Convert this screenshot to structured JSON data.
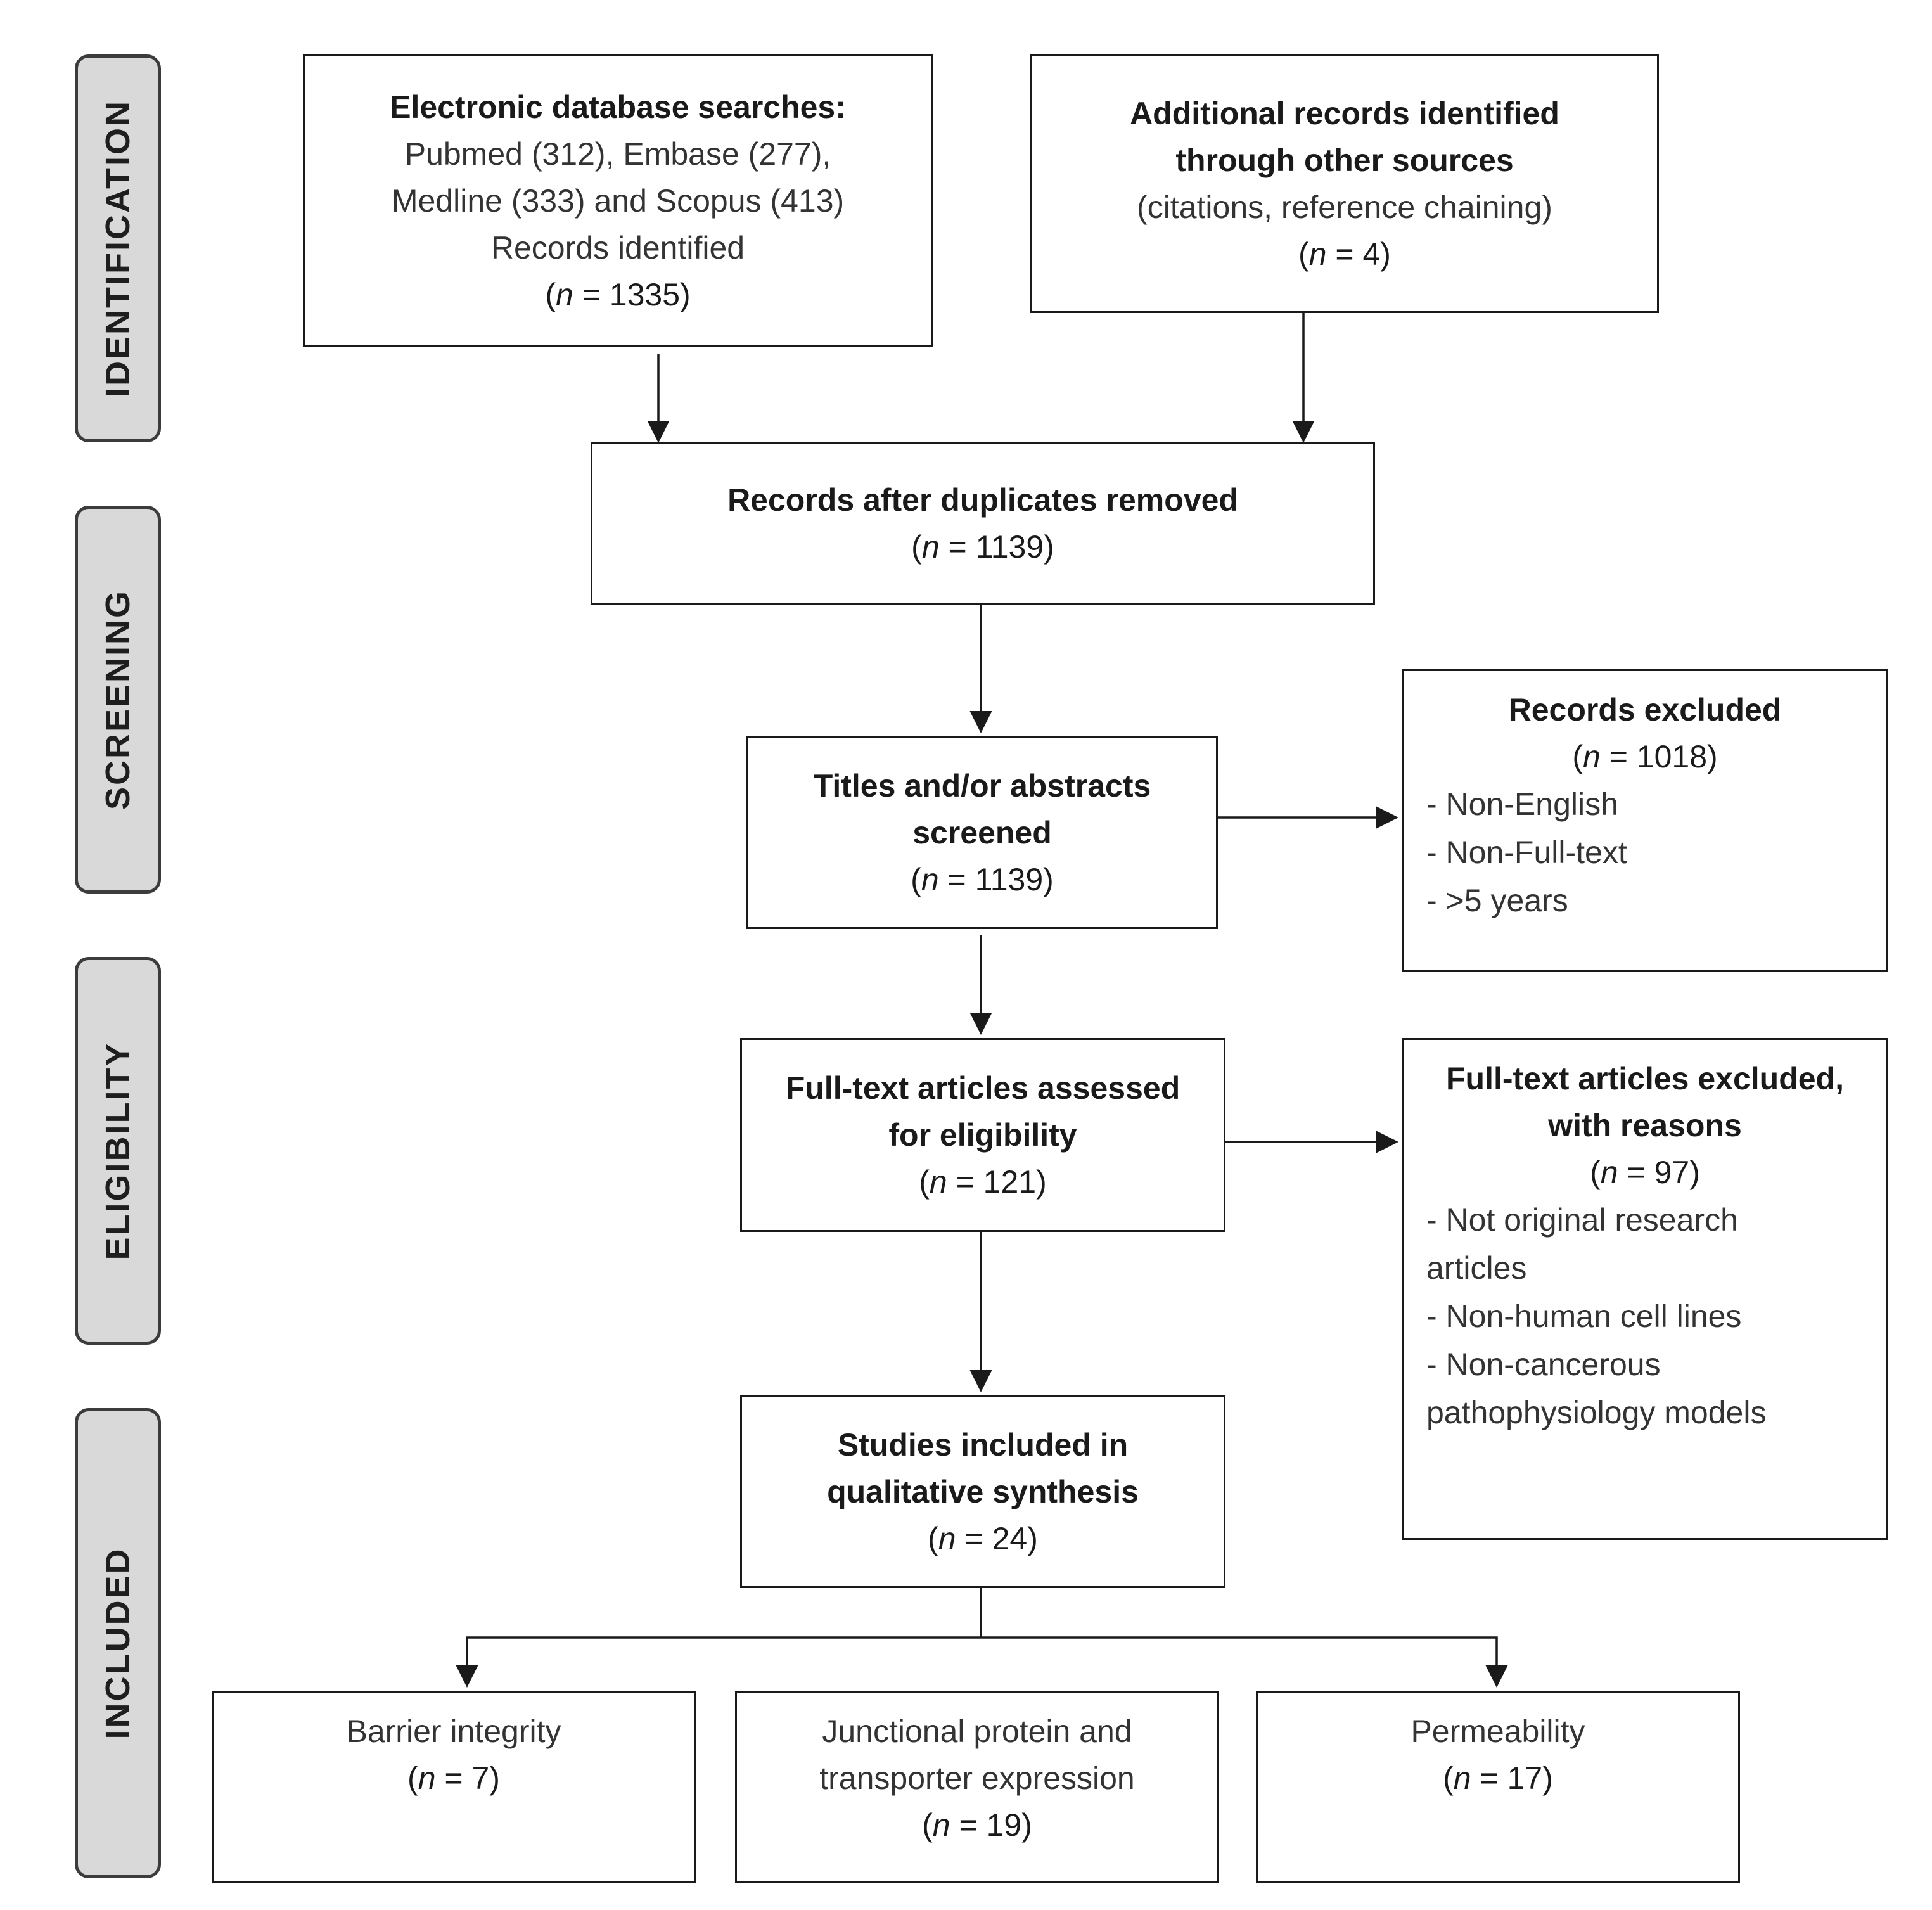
{
  "stages": {
    "identification": "IDENTIFICATION",
    "screening": "SCREENING",
    "eligibility": "ELIGIBILITY",
    "included": "INCLUDED"
  },
  "n_prefix": "n",
  "n_eq": " = ",
  "boxes": {
    "database_search": {
      "title": "Electronic database searches:",
      "line1": "Pubmed (312), Embase (277),",
      "line2": "Medline (333) and Scopus (413)",
      "line3": "Records identified",
      "n": "1335"
    },
    "other_sources": {
      "title1": "Additional records identified",
      "title2": "through other sources",
      "line1": "(citations, reference chaining)",
      "n": "4"
    },
    "duplicates_removed": {
      "title": "Records after duplicates removed",
      "n": "1139"
    },
    "screened": {
      "title1": "Titles and/or abstracts",
      "title2": "screened",
      "n": "1139"
    },
    "records_excluded": {
      "title": "Records excluded",
      "n": "1018",
      "reasons": [
        "- Non-English",
        "- Non-Full-text",
        "- >5 years"
      ]
    },
    "fulltext_assessed": {
      "title1": "Full-text articles assessed",
      "title2": "for eligibility",
      "n": "121"
    },
    "fulltext_excluded": {
      "title1": "Full-text articles excluded,",
      "title2": "with reasons",
      "n": "97",
      "reasons": [
        "- Not original research",
        "articles",
        "- Non-human cell lines",
        "- Non-cancerous",
        "pathophysiology models"
      ]
    },
    "included_synthesis": {
      "title1": "Studies included in",
      "title2": "qualitative synthesis",
      "n": "24"
    },
    "barrier": {
      "title": "Barrier integrity",
      "n": "7"
    },
    "junctional": {
      "title1": "Junctional protein and",
      "title2": "transporter expression",
      "n": "19"
    },
    "permeability": {
      "title": "Permeability",
      "n": "17"
    }
  }
}
